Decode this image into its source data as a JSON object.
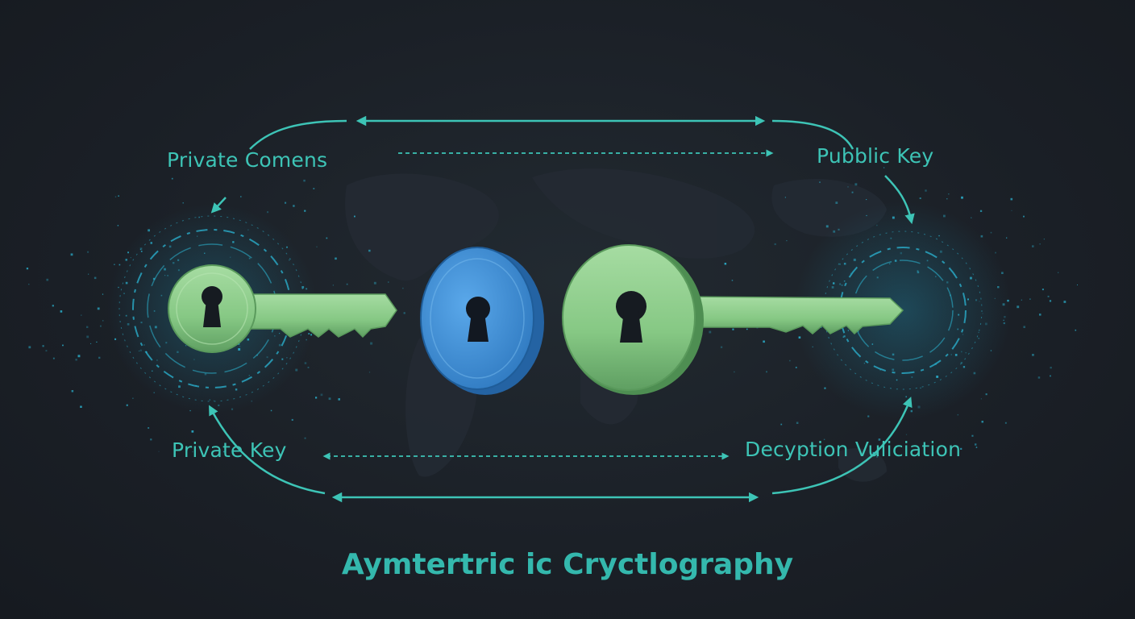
{
  "labels": {
    "top_left": "Private Comens",
    "top_right": "Pubblic Key",
    "bottom_left": "Private Key",
    "bottom_right": "Decyption  Vuliciation"
  },
  "title": "Aymtertric ic Cryctlography",
  "colors": {
    "background": "#1b2027",
    "accent_teal": "#3dc4b6",
    "key_green": "#8ecf8c",
    "lock_blue": "#3d8fd6",
    "glow_cyan": "#2bb6d4"
  },
  "icons": [
    "private-key-icon",
    "padlock-icon",
    "public-key-icon",
    "keyhole-icon"
  ]
}
